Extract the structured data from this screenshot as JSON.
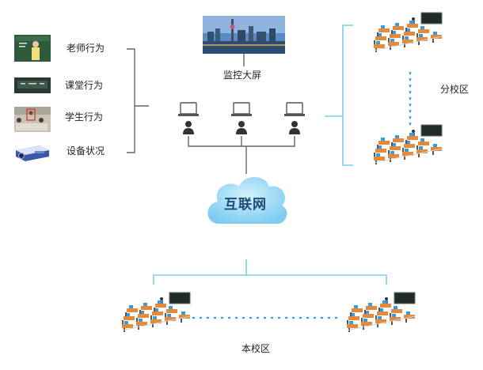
{
  "monitor": {
    "label": "监控大屏"
  },
  "behaviors": [
    {
      "label": "老师行为",
      "icon": "teacher-photo-icon"
    },
    {
      "label": "课堂行为",
      "icon": "classroom-photo-icon"
    },
    {
      "label": "学生行为",
      "icon": "student-photo-icon"
    },
    {
      "label": "设备状况",
      "icon": "projector-icon"
    }
  ],
  "terminals": {
    "icon": "computer-user-icon"
  },
  "cloud": {
    "label": "互联网",
    "icon": "cloud-icon"
  },
  "branch": {
    "label": "分校区"
  },
  "main_campus": {
    "label": "本校区"
  },
  "colors": {
    "line_gray": "#666666",
    "line_teal": "#7ecfe0",
    "dot_blue": "#2f9fe6",
    "cloud": "#8fd6f5"
  }
}
